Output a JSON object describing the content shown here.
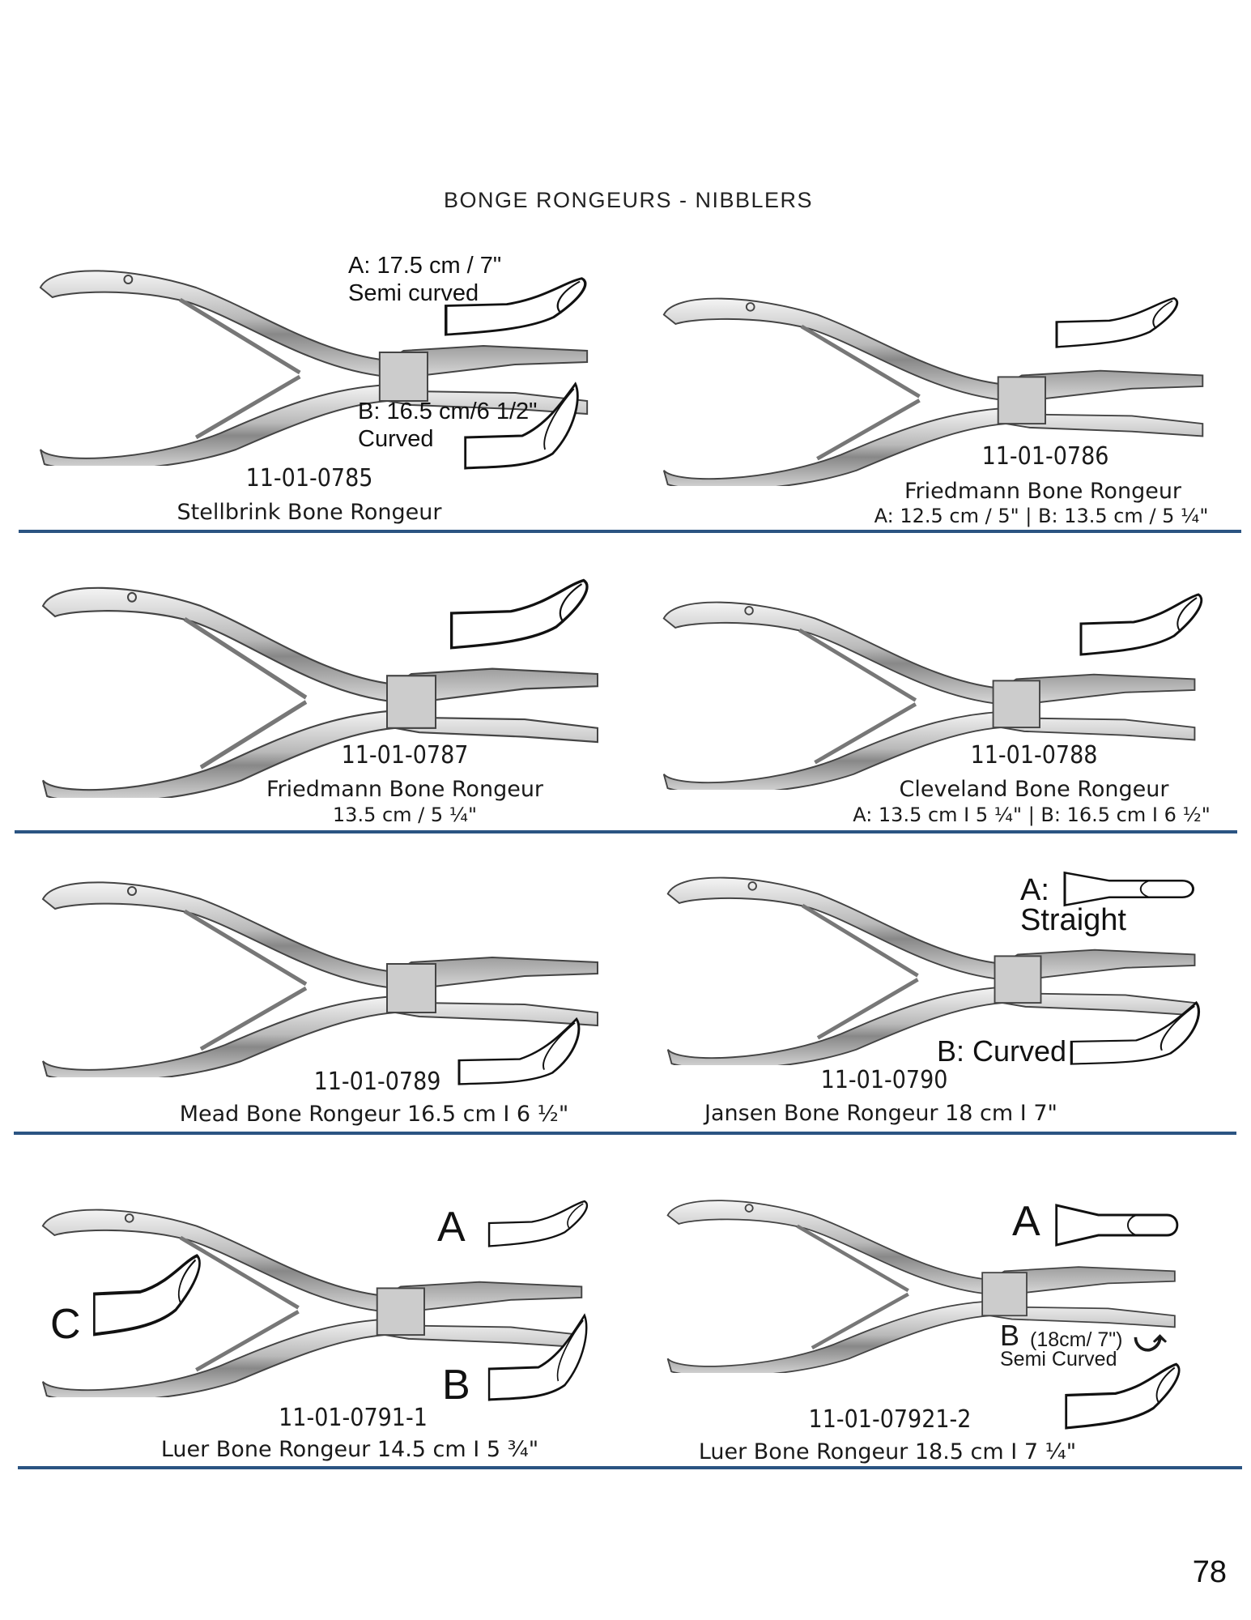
{
  "page_title": "BONGE RONGEURS - NIBBLERS",
  "page_number": "78",
  "accent_color": "#2b5482",
  "products": [
    {
      "code": "11-01-0785",
      "name": "Stellbrink Bone Rongeur",
      "labels": [
        "A: 17.5 cm / 7\"",
        "Semi curved",
        "B: 16.5 cm/6 1/2\"",
        "Curved"
      ]
    },
    {
      "code": "11-01-0786",
      "name": "Friedmann Bone Rongeur",
      "size": "A: 12.5 cm / 5\" |  B: 13.5 cm / 5 ¼\""
    },
    {
      "code": "11-01-0787",
      "name": "Friedmann Bone Rongeur",
      "size": "13.5 cm / 5 ¼\""
    },
    {
      "code": "11-01-0788",
      "name": "Cleveland Bone Rongeur",
      "size": "A: 13.5 cm I 5 ¼\" | B: 16.5 cm I 6 ½\""
    },
    {
      "code": "11-01-0789",
      "name": "Mead Bone Rongeur 16.5 cm I 6 ½\""
    },
    {
      "code": "11-01-0790",
      "name": "Jansen Bone Rongeur 18 cm I 7\"",
      "labels": [
        "A:",
        "Straight",
        "B: Curved"
      ]
    },
    {
      "code": "11-01-0791-1",
      "name": "Luer Bone Rongeur 14.5 cm I 5 ¾\"",
      "labels": [
        "A",
        "B",
        "C"
      ]
    },
    {
      "code": "11-01-07921-2",
      "name": "Luer Bone Rongeur 18.5 cm I 7 ¼\"",
      "labels": [
        "A",
        "B",
        "(18cm/ 7\")",
        "Semi Curved"
      ]
    }
  ]
}
